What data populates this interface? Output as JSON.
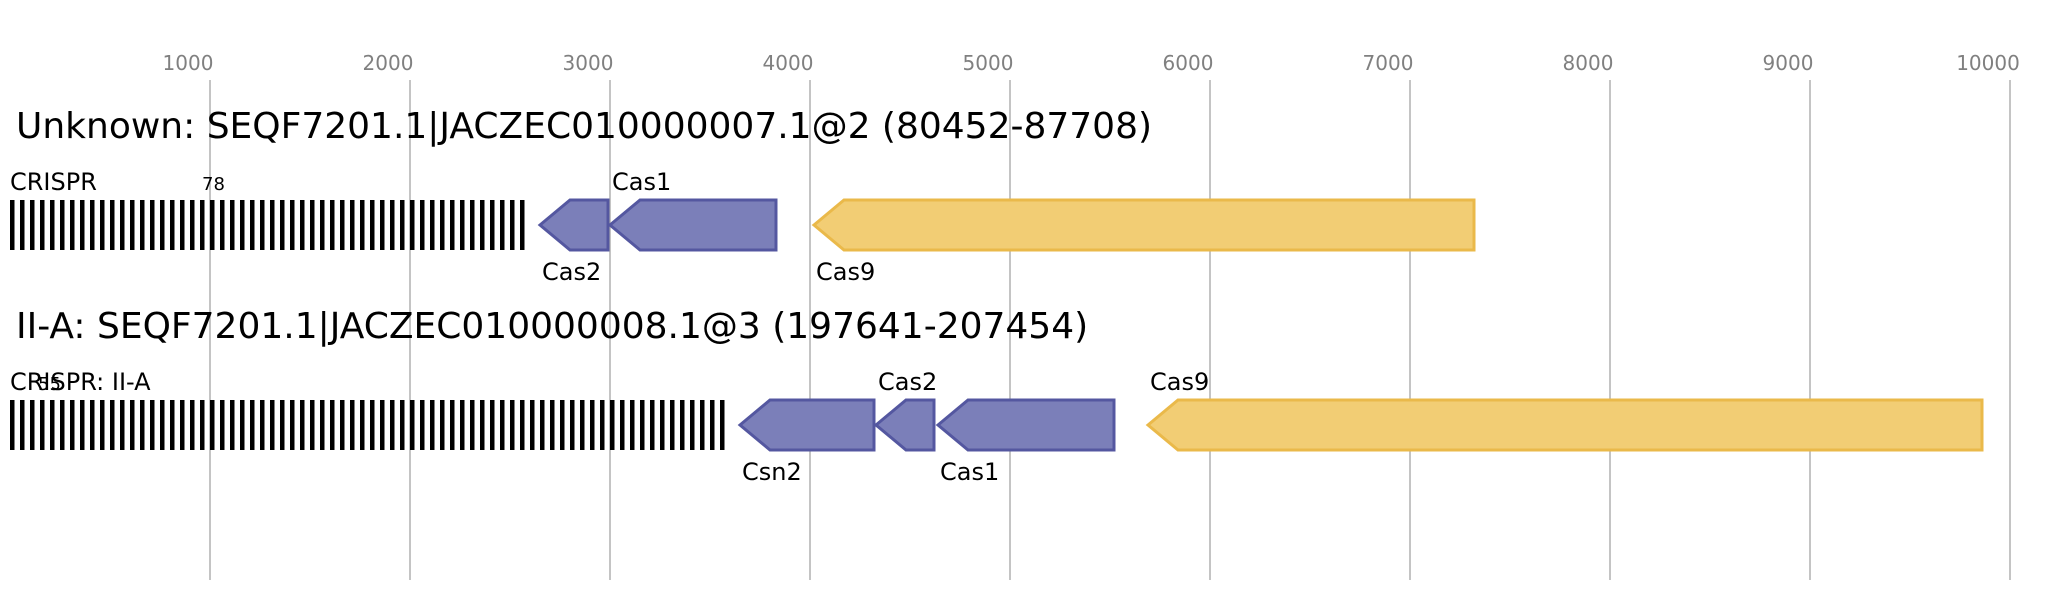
{
  "axis": {
    "ticks": [
      1000,
      2000,
      3000,
      4000,
      5000,
      6000,
      7000,
      8000,
      9000,
      10000
    ],
    "range": [
      0,
      10000
    ]
  },
  "colors": {
    "cas_adaptation": "#7b7fb9",
    "cas_adaptation_stroke": "#5457a0",
    "cas_effector": "#f2cd74",
    "cas_effector_stroke": "#eab94a",
    "crispr_repeat": "#000000",
    "grid": "#b0b0b0"
  },
  "loci": [
    {
      "title": "Unknown: SEQF7201.1|JACZEC010000007.1@2 (80452-87708)",
      "crispr": {
        "label": "CRISPR",
        "count_label": "78",
        "start": 0,
        "end": 2600
      },
      "genes": [
        {
          "name": "Cas2",
          "start": 2650,
          "end": 2990,
          "strand": "-",
          "type": "adaptation",
          "label_pos": "below"
        },
        {
          "name": "Cas1",
          "start": 3000,
          "end": 3830,
          "strand": "-",
          "type": "adaptation",
          "label_pos": "above"
        },
        {
          "name": "Cas9",
          "start": 4020,
          "end": 7320,
          "strand": "-",
          "type": "effector",
          "label_pos": "below"
        }
      ]
    },
    {
      "title": "II-A: SEQF7201.1|JACZEC010000008.1@3 (197641-207454)",
      "crispr": {
        "label": "CRISPR: II-A",
        "count_label": "55",
        "start": 0,
        "end": 3600
      },
      "genes": [
        {
          "name": "Csn2",
          "start": 3650,
          "end": 4320,
          "strand": "-",
          "type": "adaptation",
          "label_pos": "below"
        },
        {
          "name": "Cas2",
          "start": 4330,
          "end": 4620,
          "strand": "-",
          "type": "adaptation",
          "label_pos": "above"
        },
        {
          "name": "Cas1",
          "start": 4640,
          "end": 5520,
          "strand": "-",
          "type": "adaptation",
          "label_pos": "below"
        },
        {
          "name": "Cas9",
          "start": 5690,
          "end": 9860,
          "strand": "-",
          "type": "effector",
          "label_pos": "above"
        }
      ]
    }
  ]
}
